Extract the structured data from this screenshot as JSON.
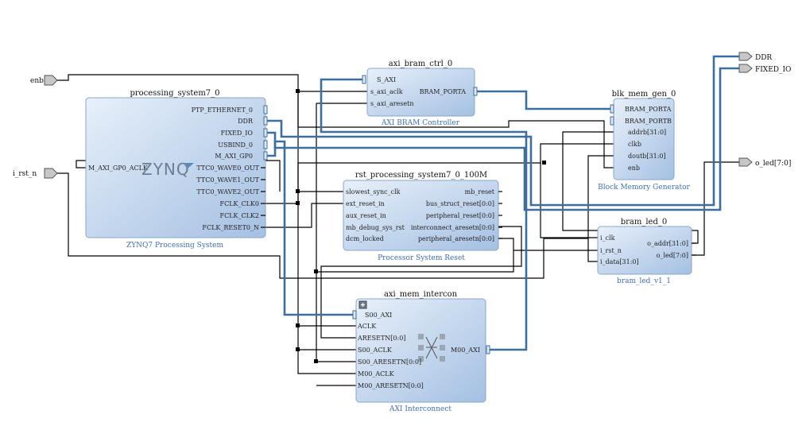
{
  "colors": {
    "block_fill_top": "#e4edf8",
    "block_fill_bottom": "#a9c4e4",
    "bus_wire": "#3c6e9e",
    "net_wire": "#000000",
    "subtitle": "#3f6fb0"
  },
  "external_ports": {
    "enb": "enb",
    "i_rst_n": "i_rst_n",
    "ddr": "DDR",
    "fixed_io": "FIXED_IO",
    "o_led": "o_led[7:0]"
  },
  "processing_system": {
    "title": "processing_system7_0",
    "subtitle": "ZYNQ7 Processing System",
    "logo_text": "ZYNQ",
    "left_port": "M_AXI_GP0_ACLK",
    "right_ports": [
      "PTP_ETHERNET_0",
      "DDR",
      "FIXED_IO",
      "USBIND_0",
      "M_AXI_GP0",
      "TTC0_WAVE0_OUT",
      "TTC0_WAVE1_OUT",
      "TTC0_WAVE2_OUT",
      "FCLK_CLK0",
      "FCLK_CLK2",
      "FCLK_RESET0_N"
    ]
  },
  "axi_bram_ctrl": {
    "title": "axi_bram_ctrl_0",
    "subtitle": "AXI BRAM Controller",
    "left_ports": [
      "S_AXI",
      "s_axi_aclk",
      "s_axi_aresetn"
    ],
    "right_ports": [
      "BRAM_PORTA"
    ]
  },
  "blk_mem_gen": {
    "title": "blk_mem_gen_0",
    "subtitle": "Block Memory Generator",
    "left_ports": [
      "BRAM_PORTA",
      "BRAM_PORTB",
      "addrb[31:0]",
      "clkb",
      "doutb[31:0]",
      "enb"
    ]
  },
  "rst_ps": {
    "title": "rst_processing_system7_0_100M",
    "subtitle": "Processor System Reset",
    "left_ports": [
      "slowest_sync_clk",
      "ext_reset_in",
      "aux_reset_in",
      "mb_debug_sys_rst",
      "dcm_locked"
    ],
    "right_ports": [
      "mb_reset",
      "bus_struct_reset[0:0]",
      "peripheral_reset[0:0]",
      "interconnect_aresetn[0:0]",
      "peripheral_aresetn[0:0]"
    ]
  },
  "bram_led": {
    "title": "bram_led_0",
    "subtitle": "bram_led_v1_1",
    "left_ports": [
      "i_clk",
      "i_rst_n",
      "i_data[31:0]"
    ],
    "right_ports": [
      "o_addr[31:0]",
      "o_led[7:0]"
    ]
  },
  "axi_mem_intercon": {
    "title": "axi_mem_intercon",
    "subtitle": "AXI Interconnect",
    "left_ports": [
      "S00_AXI",
      "ACLK",
      "ARESETN[0:0]",
      "S00_ACLK",
      "S00_ARESETN[0:0]",
      "M00_ACLK",
      "M00_ARESETN[0:0]"
    ],
    "right_ports": [
      "M00_AXI"
    ]
  }
}
